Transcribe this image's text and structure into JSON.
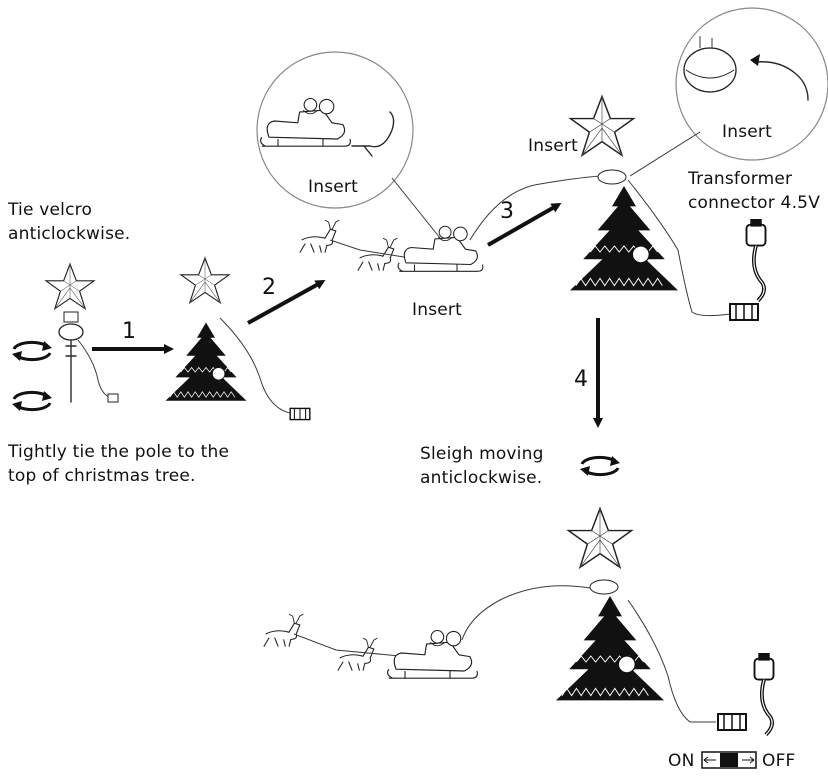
{
  "texts": {
    "tie_velcro": "Tie velcro\nanticlockwise.",
    "tightly_tie": "Tightly tie the pole to the\ntop of christmas tree.",
    "insert_sleigh_circle": "Insert",
    "insert_sleigh": "Insert",
    "insert_star": "Insert",
    "insert_transformer_circle": "Insert",
    "transformer": "Transformer\nconnector 4.5V",
    "sleigh_moving": "Sleigh moving\nanticlockwise.",
    "on": "ON",
    "off": "OFF"
  },
  "steps": [
    "1",
    "2",
    "3",
    "4"
  ],
  "colors": {
    "ink": "#111111",
    "line": "#2a2a2a",
    "background": "#ffffff"
  },
  "icons": [
    "rotate-arrows-icon",
    "star-icon",
    "christmas-tree-icon",
    "sleigh-icon",
    "reindeer-icon",
    "transformer-plug-icon",
    "switch-icon"
  ]
}
